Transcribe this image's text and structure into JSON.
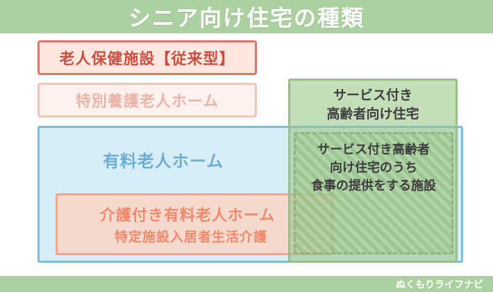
{
  "title": "シニア向け住宅の種類",
  "footer": "ぬくもりライフナビ",
  "boxes": {
    "rouken": "老人保健施設【従来型】",
    "tokuyou": "特別養護老人ホーム",
    "yuryou": "有料老人ホーム",
    "sakou": {
      "line1": "サービス付き",
      "line2": "高齢者向け住宅"
    },
    "sakou_meal": {
      "line1": "サービス付き高齢者",
      "line2": "向け住宅のうち",
      "line3": "食事の提供をする施設"
    },
    "kaigo": {
      "title": "介護付き有料老人ホーム",
      "sub": "特定施設入居者生活介護"
    }
  },
  "colors": {
    "header_green": "#acd0a0",
    "red": "#df7468",
    "pink": "#f2c4ba",
    "blue": "#7cbfdc",
    "green": "#98bf88",
    "orange": "#f3a58c"
  }
}
